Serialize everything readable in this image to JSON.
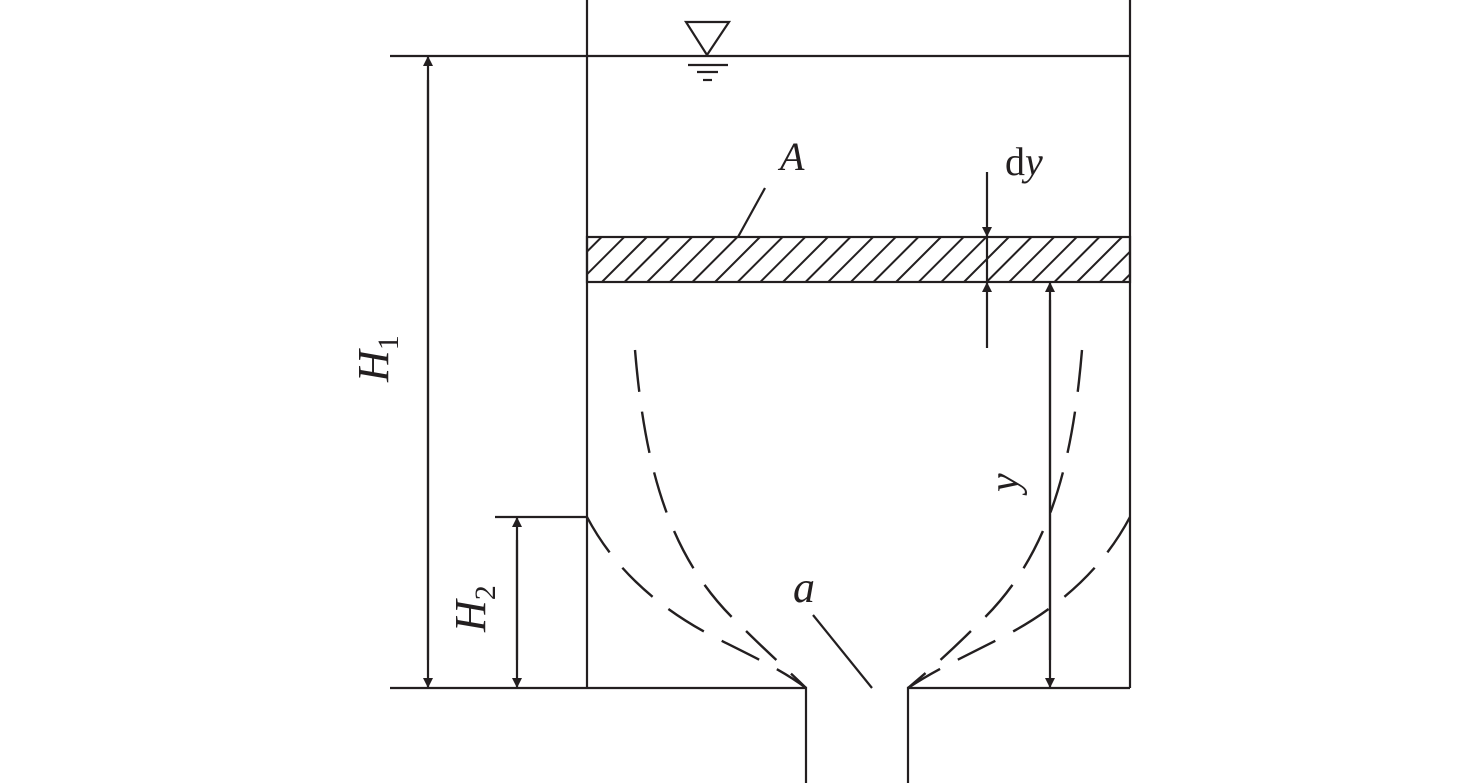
{
  "labels": {
    "area": "A",
    "dy_d": "d",
    "dy_y": "y",
    "orifice": "a",
    "height_y": "y",
    "H1": {
      "letter": "H",
      "sub": "1"
    },
    "H2": {
      "letter": "H",
      "sub": "2"
    }
  },
  "colors": {
    "line": "#231f20",
    "background": "#ffffff"
  }
}
